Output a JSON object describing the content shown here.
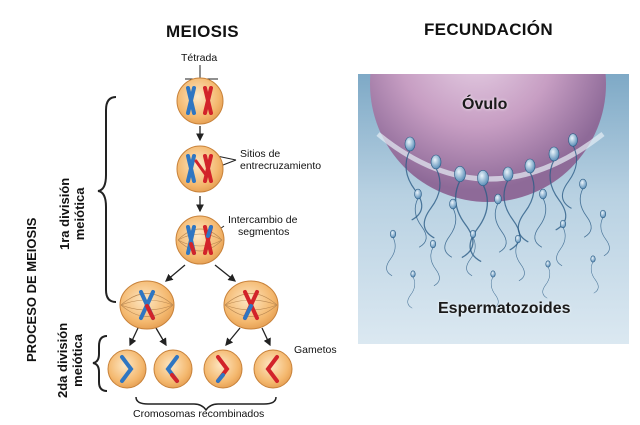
{
  "titles": {
    "meiosis": "MEIOSIS",
    "fecundacion": "FECUNDACIÓN"
  },
  "labels": {
    "tetrada": "Tétrada",
    "sitios": [
      "Sitios de",
      "entrecruzamiento"
    ],
    "intercambio": [
      "Intercambio de",
      "segmentos"
    ],
    "gametos": "Gametos",
    "cromosomas": "Cromosomas  recombinados",
    "proceso": "PROCESO DE MEIOSIS",
    "primera": [
      "1ra división",
      "meiótica"
    ],
    "segunda": [
      "2da división",
      "meiótica"
    ]
  },
  "photo_labels": {
    "ovulo": "Óvulo",
    "espermatozoides": "Espermatozoides"
  },
  "colors": {
    "cell": "#f1b469",
    "cell_edge": "#c8823a",
    "blue": "#2f76c2",
    "red": "#d2232a",
    "bg_photo": "#cfe0ec"
  }
}
